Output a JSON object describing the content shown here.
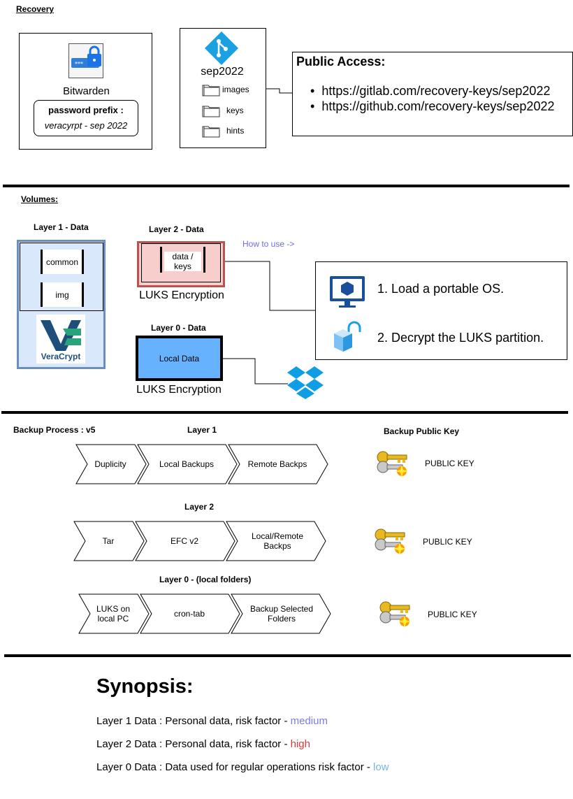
{
  "recovery": {
    "heading": "Recovery",
    "bitwarden": {
      "label": "Bitwarden",
      "prefix_title": "password prefix :",
      "prefix_value": "veracyrpt - sep 2022",
      "icon": "lock-password-icon"
    },
    "repo": {
      "name": "sep2022",
      "icon": "git-icon",
      "folders": [
        "images",
        "keys",
        "hints"
      ]
    },
    "public_access": {
      "title": "Public Access:",
      "links": [
        "https://gitlab.com/recovery-keys/sep2022",
        "https://github.com/recovery-keys/sep2022"
      ]
    }
  },
  "volumes": {
    "heading": "Volumes:",
    "layer1": {
      "title": "Layer 1 - Data",
      "items": [
        "common",
        "img"
      ],
      "logo_text": "VeraCrypt"
    },
    "layer2": {
      "title": "Layer 2 - Data",
      "item": "data /\nkeys",
      "encryption": "LUKS Encryption"
    },
    "layer0": {
      "title": "Layer 0 - Data",
      "item": "Local Data",
      "encryption": "LUKS Encryption",
      "cloud_icon": "dropbox-icon"
    },
    "how_to_use": "How to use ->",
    "steps": [
      "1. Load a portable OS.",
      "2. Decrypt the LUKS partition."
    ]
  },
  "backup": {
    "heading": "Backup Process : v5",
    "public_key_heading": "Backup Public Key",
    "rows": [
      {
        "title": "Layer 1",
        "steps": [
          "Duplicity",
          "Local Backups",
          "Remote Backps"
        ],
        "key_label": "PUBLIC KEY"
      },
      {
        "title": "Layer 2",
        "steps": [
          "Tar",
          "EFC v2",
          "Local/Remote\nBackps"
        ],
        "key_label": "PUBLIC KEY"
      },
      {
        "title": "Layer 0 - (local folders)",
        "steps": [
          "LUKS on\nlocal PC",
          "cron-tab",
          "Backup Selected\nFolders"
        ],
        "key_label": "PUBLIC KEY"
      }
    ]
  },
  "synopsis": {
    "title": "Synopsis:",
    "lines": [
      {
        "prefix": "Layer 1 Data : Personal data, risk factor - ",
        "risk": "medium",
        "color": "#7b7bea"
      },
      {
        "prefix": "Layer 2 Data : Personal data, risk factor - ",
        "risk": "high",
        "color": "#e0383b"
      },
      {
        "prefix": "Layer 0 Data : Data used for regular operations risk factor - ",
        "risk": "low",
        "color": "#7ab4e6"
      }
    ]
  },
  "colors": {
    "veracrypt_border": "#6c8ebf",
    "veracrypt_fill": "#dae8fc",
    "layer2_border": "#b85450",
    "layer2_fill": "#f8cecc",
    "layer0_fill": "#66b2ff",
    "git_blue": "#1ba1e2",
    "dropbox_blue": "#0f9de3",
    "link_blue": "#6b6bf0",
    "monitor_blue": "#1a4f9c"
  }
}
